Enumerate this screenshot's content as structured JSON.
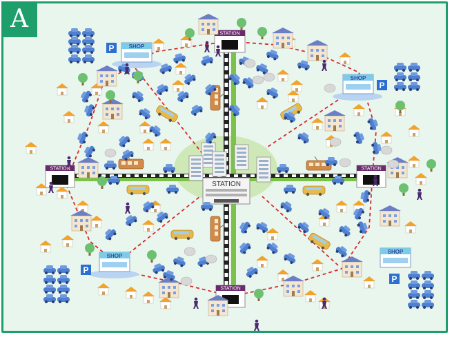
{
  "panel_label": "A",
  "station_labels": {
    "center": "STATION",
    "north": "STATION",
    "south": "STATION",
    "east": "STATION",
    "west": "STATION"
  },
  "shop_labels": {
    "nw": "SHOP",
    "ne": "SHOP",
    "sw": "SHOP",
    "se": "SHOP"
  },
  "parking_labels": {
    "nw": "P",
    "ne": "P",
    "sw": "P",
    "se": "P"
  },
  "colors": {
    "frame": "#1e9e6a",
    "map_bg": "#e9f6ee",
    "route_dash": "#d9262c",
    "car": "#4f7fd0",
    "house_roof": "#f2a32b",
    "station_label": "#6a2a6e",
    "shop_sign": "#2d6fd0",
    "bus": "#e8b84a",
    "tram": "#d08a4a",
    "rail_line": "#7cc24a"
  }
}
